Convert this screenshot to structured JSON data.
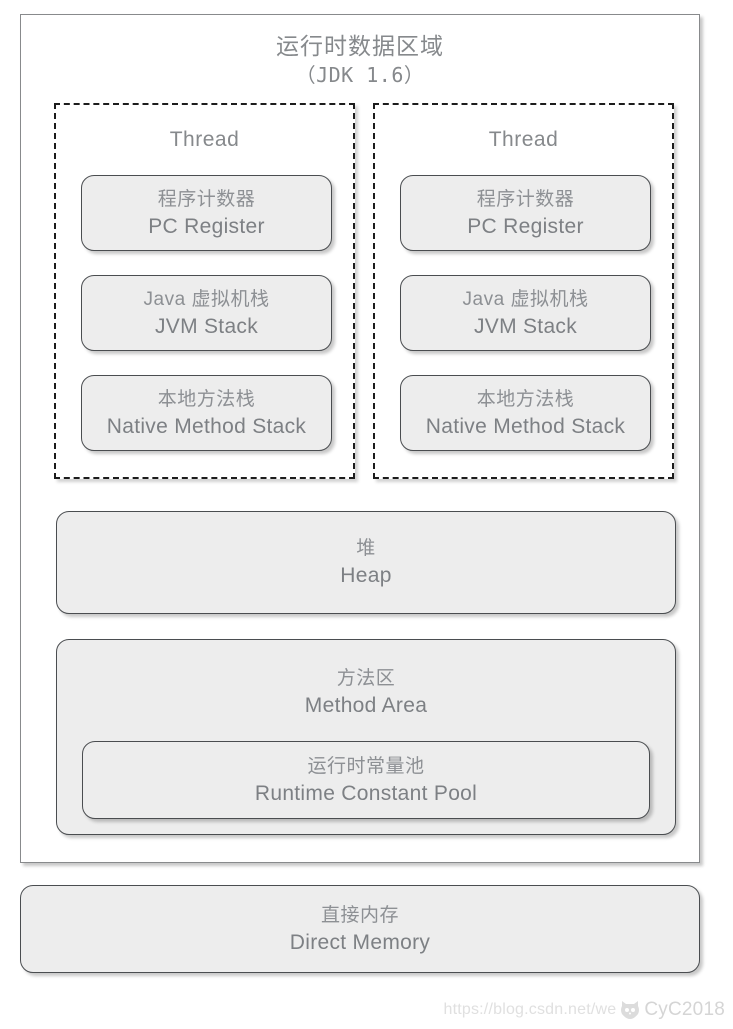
{
  "diagram": {
    "title_cn": "运行时数据区域",
    "title_version": "（JDK 1.6）",
    "threads": [
      {
        "label": "Thread",
        "regions": [
          {
            "cn": "程序计数器",
            "en": "PC Register"
          },
          {
            "cn": "Java 虚拟机栈",
            "en": "JVM Stack"
          },
          {
            "cn": "本地方法栈",
            "en": "Native Method Stack"
          }
        ]
      },
      {
        "label": "Thread",
        "regions": [
          {
            "cn": "程序计数器",
            "en": "PC Register"
          },
          {
            "cn": "Java 虚拟机栈",
            "en": "JVM Stack"
          },
          {
            "cn": "本地方法栈",
            "en": "Native Method Stack"
          }
        ]
      }
    ],
    "heap": {
      "cn": "堆",
      "en": "Heap"
    },
    "method_area": {
      "cn": "方法区",
      "en": "Method Area",
      "constant_pool": {
        "cn": "运行时常量池",
        "en": "Runtime Constant Pool"
      }
    },
    "direct_memory": {
      "cn": "直接内存",
      "en": "Direct Memory"
    }
  },
  "watermark": {
    "url": "https://blog.csdn.net/we",
    "name": "CyC2018",
    "logo": "cat-logo-icon"
  },
  "colors": {
    "region_fill": "#ededed",
    "region_border": "#4a4d50",
    "text_gray": "#86898c",
    "container_border": "#888a8c",
    "thread_dash": "#1c1c1c",
    "page_background": "#ffffff"
  }
}
